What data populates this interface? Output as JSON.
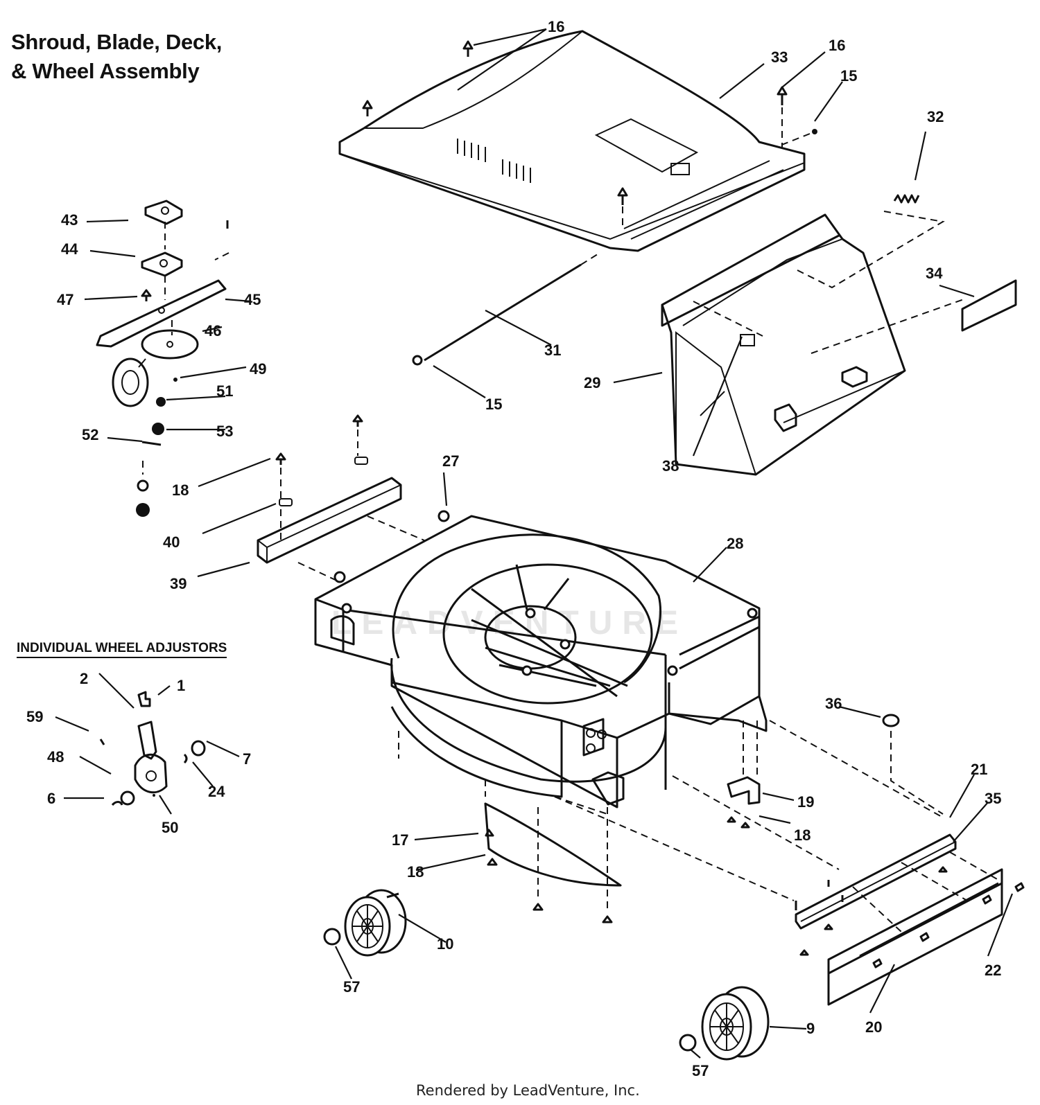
{
  "title_line1": "Shroud, Blade, Deck,",
  "title_line2": "& Wheel Assembly",
  "subtitle": "INDIVIDUAL WHEEL ADJUSTORS",
  "footer": "Rendered by LeadVenture, Inc.",
  "watermark": "LEADVENTURE",
  "callouts": [
    "16",
    "33",
    "16",
    "15",
    "32",
    "34",
    "29",
    "38",
    "31",
    "15",
    "43",
    "44",
    "47",
    "45",
    "46",
    "49",
    "51",
    "53",
    "52",
    "18",
    "40",
    "39",
    "27",
    "28",
    "1",
    "2",
    "59",
    "48",
    "6",
    "50",
    "24",
    "7",
    "36",
    "19",
    "18",
    "21",
    "35",
    "22",
    "20",
    "17",
    "18",
    "10",
    "57",
    "9",
    "57"
  ]
}
